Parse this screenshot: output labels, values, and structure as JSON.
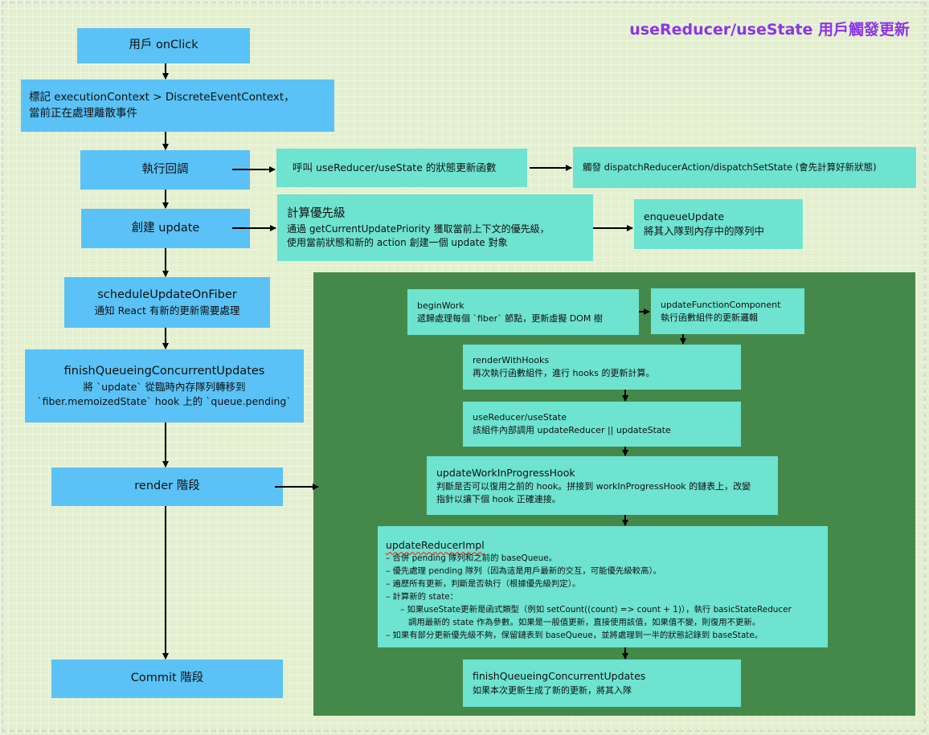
{
  "title": "useReducer/useState 用戶觸發更新",
  "left_column": {
    "onclick": "用戶 onClick",
    "mark_line1": "標記 executionContext > DiscreteEventContext，",
    "mark_line2": "當前正在處理離散事件",
    "run_callback": "執行回調",
    "create_update": "創建 update",
    "schedule_title": "scheduleUpdateOnFiber",
    "schedule_desc": "通知 React 有新的更新需要處理",
    "finish_title": "finishQueueingConcurrentUpdates",
    "finish_line1": "將 `update` 從臨時內存隊列轉移到",
    "finish_line2": "`fiber.memoizedState` hook 上的 `queue.pending`",
    "render_phase": "render 階段",
    "commit_phase": "Commit 階段"
  },
  "right_top": {
    "call_update_fn": "呼叫 useReducer/useState 的狀態更新函數",
    "dispatch": "觸發 dispatchReducerAction/dispatchSetState (會先計算好新狀態)",
    "priority_title": "計算優先級",
    "priority_line1": "通過 getCurrentUpdatePriority 獲取當前上下文的優先級，",
    "priority_line2": "使用當前狀態和新的 action 創建一個 update 對象",
    "enqueue_title": "enqueueUpdate",
    "enqueue_desc": "將其入隊到內存中的隊列中"
  },
  "render_area": {
    "begin_title": "beginWork",
    "begin_desc": "遞歸處理每個 `fiber` 節點，更新虛擬 DOM 樹",
    "ufc_title": "updateFunctionComponent",
    "ufc_desc": "執行函數組件的更新邏輯",
    "rwh_title": "renderWithHooks",
    "rwh_desc": "再次執行函數組件，進行 hooks 的更新計算。",
    "urs_title": "useReducer/useState",
    "urs_desc": "該組件內部調用 updateReducer || updateState",
    "uwip_title": "updateWorkInProgressHook",
    "uwip_line1": "判斷是否可以復用之前的 hook。拼接到 workInProgressHook 的鏈表上，改變",
    "uwip_line2": "指針以讓下個 hook 正確連接。",
    "uri_title": "updateReducerImpl",
    "uri_lines": [
      "– 合併 pending 隊列和之前的 baseQueue。",
      "– 優先處理 pending 隊列（因為這是用戶最新的交互，可能優先級較高）。",
      "– 遍歷所有更新，判斷是否執行（根據優先級判定）。",
      "– 計算新的 state：",
      "– 如果useState更新是函式類型（例如 setCount((count) => count + 1)），執行 basicStateReducer",
      "調用最新的 state 作為參數。如果是一般值更新，直接使用該值，如果值不變，則復用不更新。",
      "– 如果有部分更新優先級不夠，保留鏈表到 baseQueue，並將處理到一半的狀態記錄到 baseState。"
    ],
    "fqcu_title": "finishQueueingConcurrentUpdates",
    "fqcu_desc": "如果本次更新生成了新的更新，將其入隊"
  },
  "colors": {
    "background": "#e3efcf",
    "blue_box": "#5ac2f6",
    "teal_box": "#6ee3cf",
    "render_area": "#45894a",
    "title": "#8a35e8"
  }
}
